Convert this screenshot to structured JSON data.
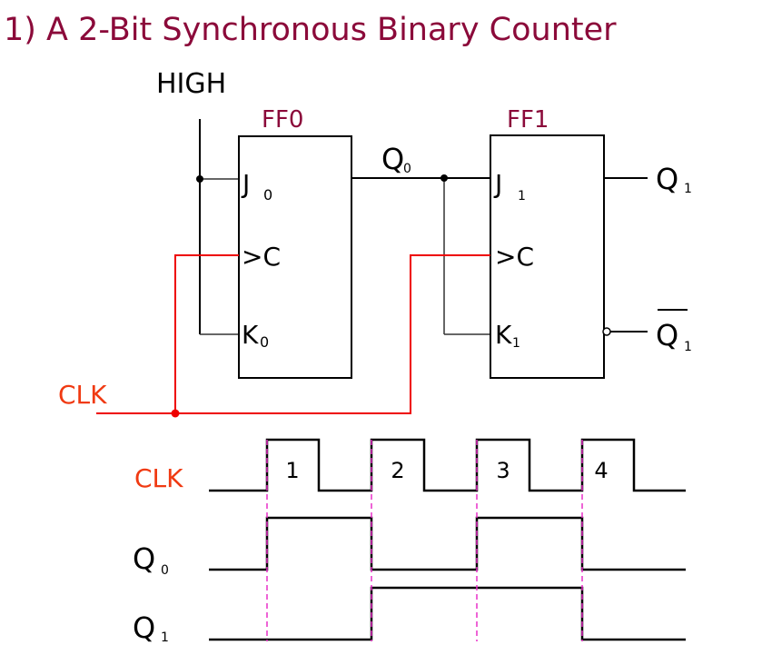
{
  "title": "1) A 2-Bit Synchronous Binary Counter",
  "circuit": {
    "high_label": "HIGH",
    "clk_label": "CLK",
    "flipflops": [
      {
        "name": "FF0",
        "j": "J",
        "j_sub": "0",
        "c": ">C",
        "k": "K",
        "k_sub": "0"
      },
      {
        "name": "FF1",
        "j": "J",
        "j_sub": "1",
        "c": ">C",
        "k": "K",
        "k_sub": "1"
      }
    ],
    "q0_label": "Q",
    "q0_sub": "0",
    "q1_label": "Q",
    "q1_sub": "1",
    "q1bar_label": "Q",
    "q1bar_sub": "1",
    "colors": {
      "title": "#8b0a3a",
      "clock": "#ee0000",
      "clk_text": "#f03a12",
      "edge_marker": "#e830c8"
    }
  },
  "timing": {
    "clk_label": "CLK",
    "q0_label": "Q",
    "q0_sub": "0",
    "q1_label": "Q",
    "q1_sub": "1",
    "pulse_labels": [
      "1",
      "2",
      "3",
      "4"
    ],
    "signals": {
      "CLK": [
        0,
        1,
        0,
        1,
        0,
        1,
        0,
        1,
        0
      ],
      "Q0": [
        0,
        1,
        1,
        0,
        0,
        1,
        1,
        0,
        0
      ],
      "Q1": [
        0,
        0,
        0,
        1,
        1,
        1,
        1,
        0,
        0
      ]
    }
  }
}
